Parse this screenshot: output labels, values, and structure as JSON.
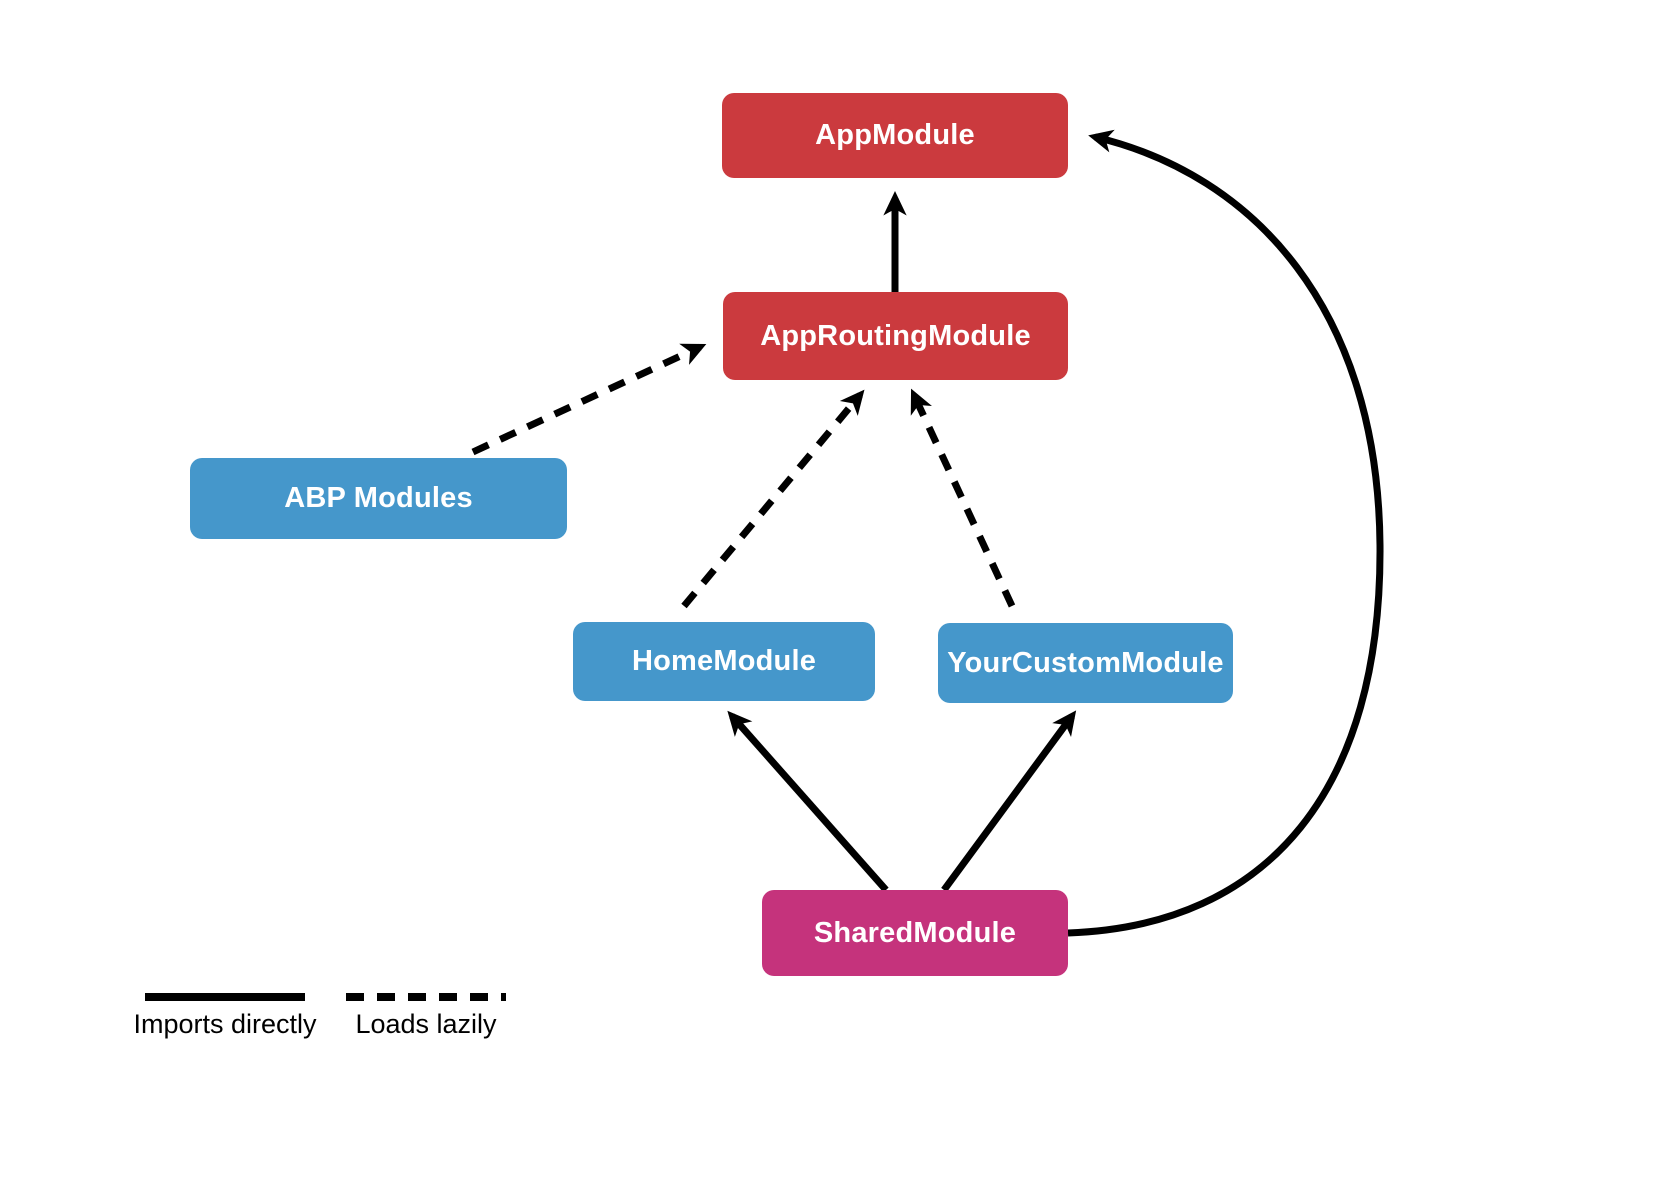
{
  "diagram": {
    "type": "module-dependency-diagram",
    "background_color": "#FFFFFF",
    "arrow_color": "#000000",
    "nodes": [
      {
        "id": "app-module",
        "label": "AppModule",
        "color": "#CB3A3E"
      },
      {
        "id": "app-routing-module",
        "label": "AppRoutingModule",
        "color": "#CB3A3E"
      },
      {
        "id": "abp-modules",
        "label": "ABP Modules",
        "color": "#4597CB"
      },
      {
        "id": "home-module",
        "label": "HomeModule",
        "color": "#4597CB"
      },
      {
        "id": "your-custom-module",
        "label": "YourCustomModule",
        "color": "#4597CB"
      },
      {
        "id": "shared-module",
        "label": "SharedModule",
        "color": "#C5337C"
      }
    ],
    "edges": [
      {
        "from": "AppRoutingModule",
        "to": "AppModule",
        "relation": "imports directly",
        "style": "solid"
      },
      {
        "from": "ABP Modules",
        "to": "AppRoutingModule",
        "relation": "loads lazily",
        "style": "dashed"
      },
      {
        "from": "HomeModule",
        "to": "AppRoutingModule",
        "relation": "loads lazily",
        "style": "dashed"
      },
      {
        "from": "YourCustomModule",
        "to": "AppRoutingModule",
        "relation": "loads lazily",
        "style": "dashed"
      },
      {
        "from": "SharedModule",
        "to": "HomeModule",
        "relation": "imports directly",
        "style": "solid"
      },
      {
        "from": "SharedModule",
        "to": "YourCustomModule",
        "relation": "imports directly",
        "style": "solid"
      },
      {
        "from": "SharedModule",
        "to": "AppModule",
        "relation": "imports directly",
        "style": "solid-curved"
      }
    ],
    "legend": {
      "items": [
        {
          "label": "Imports directly",
          "line": "solid"
        },
        {
          "label": "Loads lazily",
          "line": "dashed"
        }
      ]
    }
  }
}
